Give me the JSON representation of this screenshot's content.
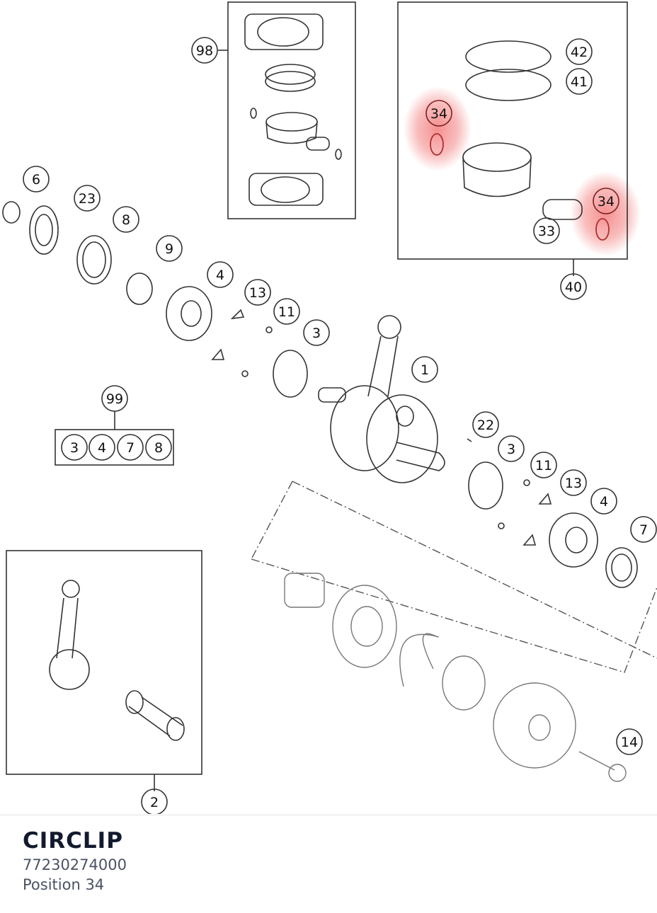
{
  "diagram": {
    "callouts": {
      "c98": "98",
      "c42": "42",
      "c41": "41",
      "c34a": "34",
      "c34b": "34",
      "c33": "33",
      "c40": "40",
      "c6": "6",
      "c23": "23",
      "c8": "8",
      "c9": "9",
      "c4a": "4",
      "c13a": "13",
      "c11a": "11",
      "c3a": "3",
      "c1": "1",
      "c99": "99",
      "k3": "3",
      "k4": "4",
      "k7": "7",
      "k8": "8",
      "c22": "22",
      "c3b": "3",
      "c11b": "11",
      "c13b": "13",
      "c4b": "4",
      "c7": "7",
      "c14": "14",
      "c2": "2"
    },
    "highlight_color": "#f26b6b"
  },
  "part_info": {
    "name": "CIRCLIP",
    "number": "77230274000",
    "position": "Position 34"
  }
}
